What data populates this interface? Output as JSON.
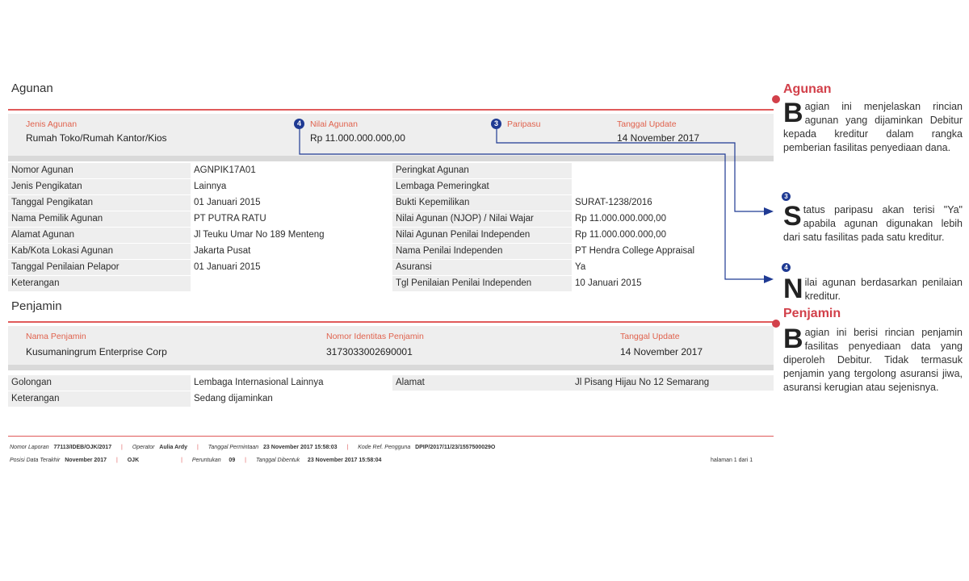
{
  "agunan": {
    "title": "Agunan",
    "header": {
      "jenis_label": "Jenis Agunan",
      "jenis_value": "Rumah Toko/Rumah Kantor/Kios",
      "nilai_label": "Nilai Agunan",
      "nilai_value": "Rp 11.000.000.000,00",
      "paripasu_label": "Paripasu",
      "update_label": "Tanggal Update",
      "update_value": "14 November 2017"
    },
    "rows": [
      [
        "Nomor Agunan",
        "AGNPIK17A01",
        "Peringkat Agunan",
        ""
      ],
      [
        "Jenis Pengikatan",
        "Lainnya",
        "Lembaga Pemeringkat",
        ""
      ],
      [
        "Tanggal Pengikatan",
        "01 Januari 2015",
        "Bukti Kepemilikan",
        "SURAT-1238/2016"
      ],
      [
        "Nama Pemilik Agunan",
        "PT PUTRA RATU",
        "Nilai Agunan (NJOP) / Nilai Wajar",
        "Rp 11.000.000.000,00"
      ],
      [
        "Alamat Agunan",
        "Jl Teuku Umar No 189 Menteng",
        "Nilai Agunan Penilai Independen",
        "Rp 11.000.000.000,00"
      ],
      [
        "Kab/Kota Lokasi Agunan",
        "Jakarta Pusat",
        "Nama Penilai Independen",
        "PT Hendra College Appraisal"
      ],
      [
        "Tanggal Penilaian Pelapor",
        "01 Januari 2015",
        "Asuransi",
        "Ya"
      ],
      [
        "Keterangan",
        "",
        "Tgl Penilaian Penilai Independen",
        "10 Januari 2015"
      ]
    ]
  },
  "penjamin": {
    "title": "Penjamin",
    "header": {
      "nama_label": "Nama Penjamin",
      "nama_value": "Kusumaningrum Enterprise Corp",
      "nomor_label": "Nomor Identitas Penjamin",
      "nomor_value": "3173033002690001",
      "update_label": "Tanggal Update",
      "update_value": "14 November 2017"
    },
    "rows": [
      [
        "Golongan",
        "Lembaga Internasional Lainnya",
        "Alamat",
        "Jl Pisang Hijau No 12 Semarang"
      ],
      [
        "Keterangan",
        "Sedang dijaminkan",
        "",
        ""
      ]
    ]
  },
  "badges": {
    "b3": "3",
    "b4": "4"
  },
  "footer": {
    "nomor_laporan_label": "Nomor Laporan",
    "nomor_laporan_value": "77113/IDEB/OJK/2017",
    "operator_label": "Operator",
    "operator_value": "Aulia Ardy",
    "tgl_permintaan_label": "Tanggal Permintaan",
    "tgl_permintaan_value": "23 November 2017 15:58:03",
    "kode_ref_label": "Kode Ref. Pengguna",
    "kode_ref_value": "DPIP/2017/11/23/1557500029O",
    "posisi_label": "Posisi Data Terakhir",
    "posisi_value": "November 2017",
    "ojk": "OJK",
    "peruntukan_label": "Peruntukan",
    "peruntukan_value": "09",
    "tgl_dibentuk_label": "Tanggal Dibentuk",
    "tgl_dibentuk_value": "23 November 2017 15:58:04",
    "halaman": "halaman 1 dari 1"
  },
  "sidebar": {
    "agunan_title": "Agunan",
    "agunan_cap": "B",
    "agunan_text": "agian ini menjelaskan rincian agunan yang dijaminkan Debitur kepada kreditur dalam rangka pemberian fasilitas penyediaan dana.",
    "paripasu_badge": "3",
    "paripasu_cap": "S",
    "paripasu_text": "tatus paripasu akan terisi \"Ya\" apabila agunan digunakan lebih dari satu fasilitas pada satu kreditur.",
    "nilai_badge": "4",
    "nilai_cap": "N",
    "nilai_text": "ilai agunan berdasarkan penilaian kreditur.",
    "penjamin_title": "Penjamin",
    "penjamin_cap": "B",
    "penjamin_text": "agian ini berisi rincian penjamin fasilitas penyediaan data yang diperoleh Debitur. Tidak termasuk penjamin yang tergolong asuransi jiwa, asuransi kerugian atau sejenisnya."
  },
  "colors": {
    "accent_red": "#d2404a",
    "label_orange": "#e0624d",
    "badge_blue": "#1f3a93",
    "row_gray": "#eeeeee"
  }
}
